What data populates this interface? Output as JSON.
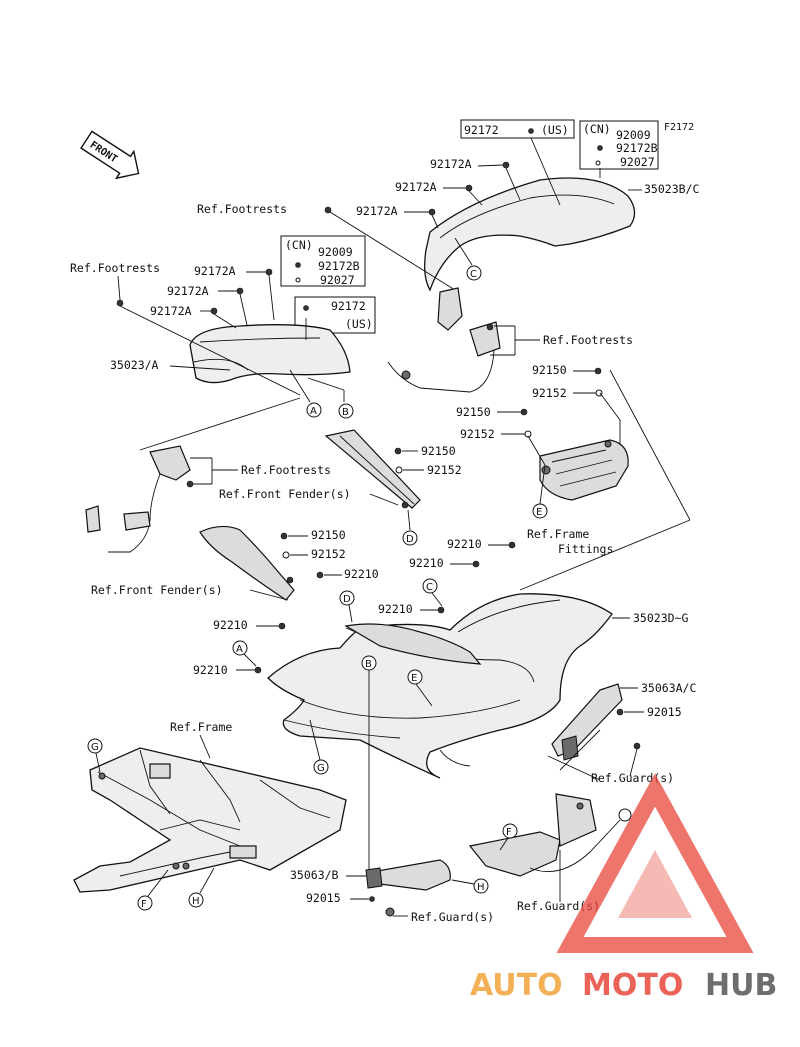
{
  "diagram_code": "F2172",
  "front_marker": "FRONT",
  "callouts": {
    "top_us_box": {
      "part": "92172",
      "region": "(US)"
    },
    "top_cn_box": {
      "region": "(CN)",
      "parts": [
        "92009",
        "92172B",
        "92027"
      ]
    },
    "left_cn_box": {
      "region": "(CN)",
      "parts": [
        "92009",
        "92172B",
        "92027"
      ]
    },
    "left_us_box": {
      "part": "92172",
      "region": "(US)"
    }
  },
  "labels": {
    "p92172A_1": "92172A",
    "p92172A_2": "92172A",
    "p92172A_3": "92172A",
    "p35023BC": "35023B/C",
    "ref_footrests_top": "Ref.Footrests",
    "ref_footrests_left": "Ref.Footrests",
    "p92172A_4": "92172A",
    "p92172A_5": "92172A",
    "p92172A_6": "92172A",
    "p35023A": "35023/A",
    "ref_footrests_right": "Ref.Footrests",
    "p92150_1": "92150",
    "p92152_1": "92152",
    "p92150_2": "92150",
    "p92152_2": "92152",
    "ref_footrests_mid": "Ref.Footrests",
    "p92150_3": "92150",
    "p92152_3": "92152",
    "ref_front_fender_1": "Ref.Front Fender(s)",
    "ref_frame_fittings_1": "Ref.Frame",
    "ref_frame_fittings_2": "Fittings",
    "p92210_1": "92210",
    "p92150_4": "92150",
    "p92152_4": "92152",
    "p92210_2": "92210",
    "p92210_3": "92210",
    "ref_front_fender_2": "Ref.Front Fender(s)",
    "p92210_4": "92210",
    "p35023DG": "35023D~G",
    "p92210_5": "92210",
    "p92210_6": "92210",
    "p35063AC": "35063A/C",
    "p92015_1": "92015",
    "ref_frame": "Ref.Frame",
    "ref_guard_1": "Ref.Guard(s)",
    "p35063B": "35063/B",
    "p92015_2": "92015",
    "ref_guard_2": "Ref.Guard(s)",
    "ref_guard_3": "Ref.Guard(s)"
  },
  "circle_markers": {
    "A1": "A",
    "B1": "B",
    "C1": "C",
    "C2": "C",
    "D1": "D",
    "D2": "D",
    "E1": "E",
    "E2": "E",
    "A2": "A",
    "B2": "B",
    "G1": "G",
    "G2": "G",
    "F1": "F",
    "F2": "F",
    "H1": "H",
    "H2": "H"
  },
  "watermark": {
    "part1": "AUTO",
    "part2": "MOTO",
    "part3": "HUB"
  },
  "colors": {
    "line": "#111111",
    "watermark_orange": "#f2a33a",
    "watermark_red": "#e8473c",
    "watermark_gray": "#555555"
  }
}
